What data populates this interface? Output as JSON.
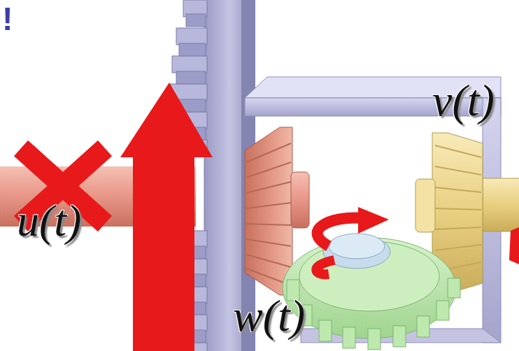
{
  "diagram": {
    "labels": [
      "!",
      "v(t)",
      "u(t)",
      "w(t)"
    ]
  }
}
